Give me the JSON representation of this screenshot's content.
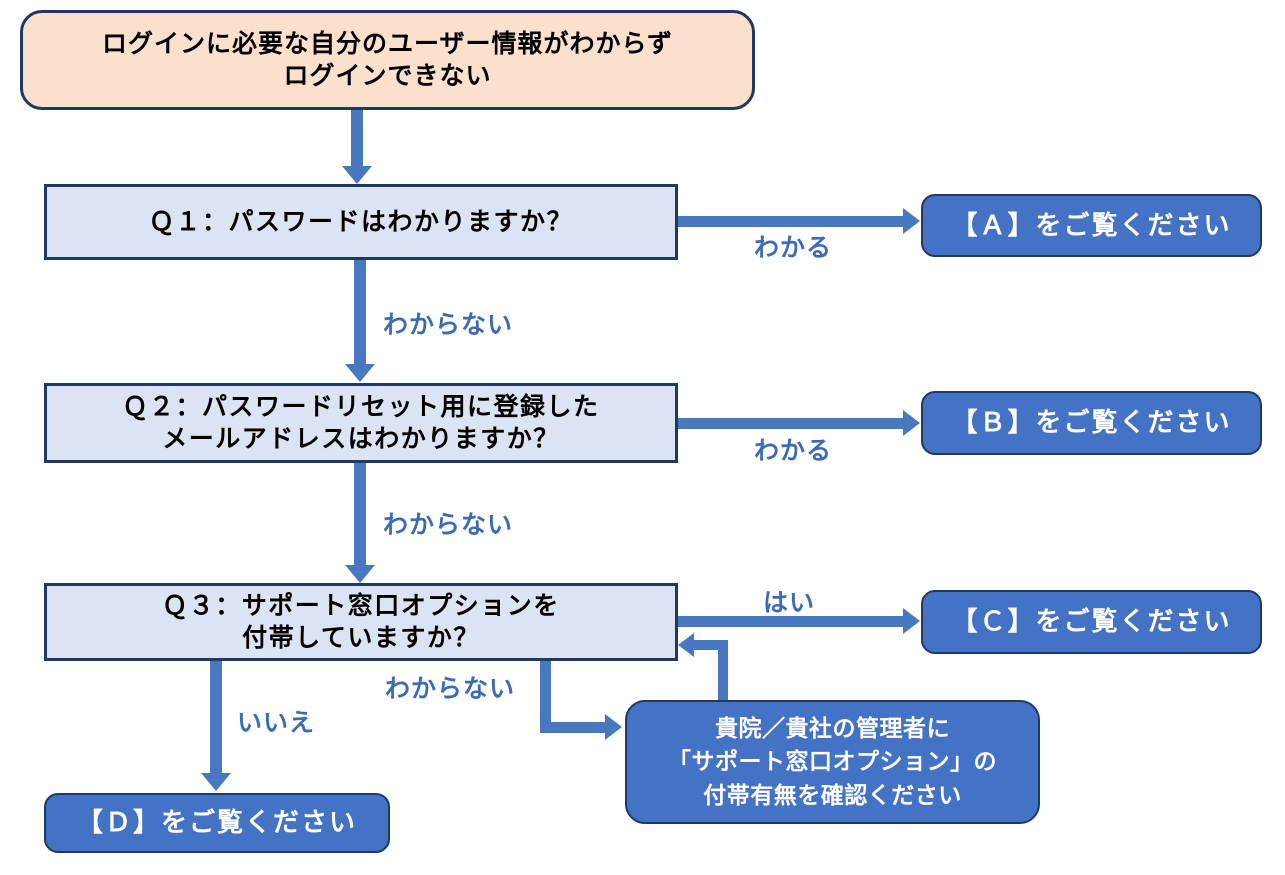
{
  "diagram": {
    "title": "ログインに必要な自分のユーザー情報がわからずログインできない",
    "colors": {
      "start_fill": "#fbe0ce",
      "question_fill": "#dce3f2",
      "result_fill": "#4472c4",
      "border": "#1f3864",
      "connector": "#4878c0",
      "label_text": "#3d6cb5",
      "result_text": "#ffffff",
      "node_text": "#000000"
    }
  },
  "nodes": {
    "start": {
      "id": "start",
      "text": "ログインに必要な自分のユーザー情報がわからず\nログインできない",
      "type": "start"
    },
    "q1": {
      "id": "q1",
      "text": "Ｑ１：パスワードはわかりますか？",
      "type": "question"
    },
    "q2": {
      "id": "q2",
      "text": "Ｑ２：パスワードリセット用に登録した\nメールアドレスはわかりますか？",
      "type": "question"
    },
    "q3": {
      "id": "q3",
      "text": "Ｑ３：サポート窓口オプションを\n付帯していますか？",
      "type": "question"
    },
    "result_a": {
      "id": "result-a",
      "text": "【Ａ】をご覧ください",
      "type": "result"
    },
    "result_b": {
      "id": "result-b",
      "text": "【Ｂ】をご覧ください",
      "type": "result"
    },
    "result_c": {
      "id": "result-c",
      "text": "【Ｃ】をご覧ください",
      "type": "result"
    },
    "result_d": {
      "id": "result-d",
      "text": "【Ｄ】をご覧ください",
      "type": "result"
    },
    "action_confirm": {
      "id": "action-confirm",
      "text": "貴院／貴社の管理者に\n「サポート窓口オプション」の\n付帯有無を確認ください",
      "type": "action"
    }
  },
  "edges": {
    "start_to_q1": {
      "label": ""
    },
    "q1_to_a": {
      "label": "わかる"
    },
    "q1_to_q2": {
      "label": "わからない"
    },
    "q2_to_b": {
      "label": "わかる"
    },
    "q2_to_q3": {
      "label": "わからない"
    },
    "q3_to_c": {
      "label": "はい"
    },
    "q3_to_d": {
      "label": "いいえ"
    },
    "q3_to_action": {
      "label": "わからない"
    },
    "action_to_q3": {
      "label": ""
    }
  }
}
